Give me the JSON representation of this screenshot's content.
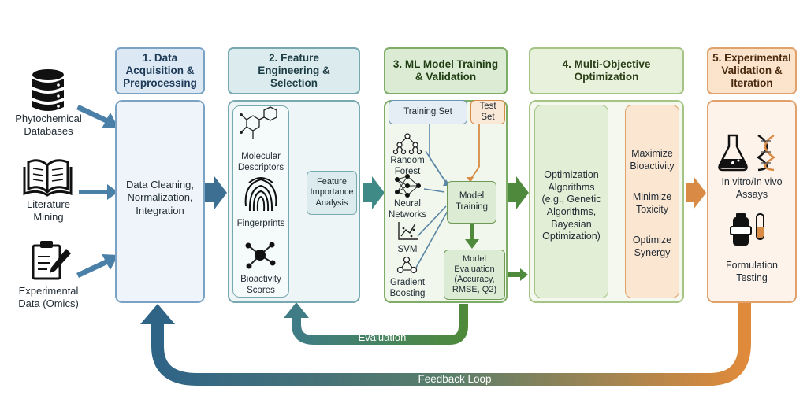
{
  "sources": {
    "phytochemical": "Phytochemical\nDatabases",
    "literature": "Literature\nMining",
    "experimental": "Experimental\nData (Omics)"
  },
  "stages": {
    "s1": {
      "title": "1. Data\nAcquisition &\nPreprocessing",
      "body": "Data Cleaning,\nNormalization,\nIntegration"
    },
    "s2": {
      "title": "2. Feature\nEngineering &\nSelection",
      "molecular": "Molecular\nDescriptors",
      "fingerprints": "Fingerprints",
      "bioactivity": "Bioactivity\nScores",
      "importance": "Feature\nImportance\nAnalysis"
    },
    "s3": {
      "title": "3. ML Model Training\n& Validation",
      "training_set": "Training Set",
      "test_set": "Test\nSet",
      "random_forest": "Random\nForest",
      "neural_networks": "Neural\nNetworks",
      "svm": "SVM",
      "gradient_boosting": "Gradient\nBoosting",
      "model_training": "Model\nTraining",
      "model_evaluation": "Model\nEvaluation\n(Accuracy,\nRMSE, Q2)"
    },
    "s4": {
      "title": "4. Multi-Objective\nOptimization",
      "algorithms": "Optimization\nAlgorithms\n(e.g., Genetic\nAlgorithms,\nBayesian\nOptimization)",
      "maximize": "Maximize\nBioactivity",
      "minimize": "Minimize\nToxicity",
      "optimize": "Optimize\nSynergy"
    },
    "s5": {
      "title": "5. Experimental\nValidation &\nIteration",
      "assays": "In vitro/In vivo\nAssays",
      "formulation": "Formulation\nTesting"
    }
  },
  "loops": {
    "evaluation": "Evaluation",
    "feedback": "Feedback Loop"
  },
  "colors": {
    "blue": "#3d6f93",
    "teal": "#4c8f94",
    "green": "#4f8a3c",
    "lightgreen": "#8aae6e",
    "orange": "#d98b45"
  }
}
